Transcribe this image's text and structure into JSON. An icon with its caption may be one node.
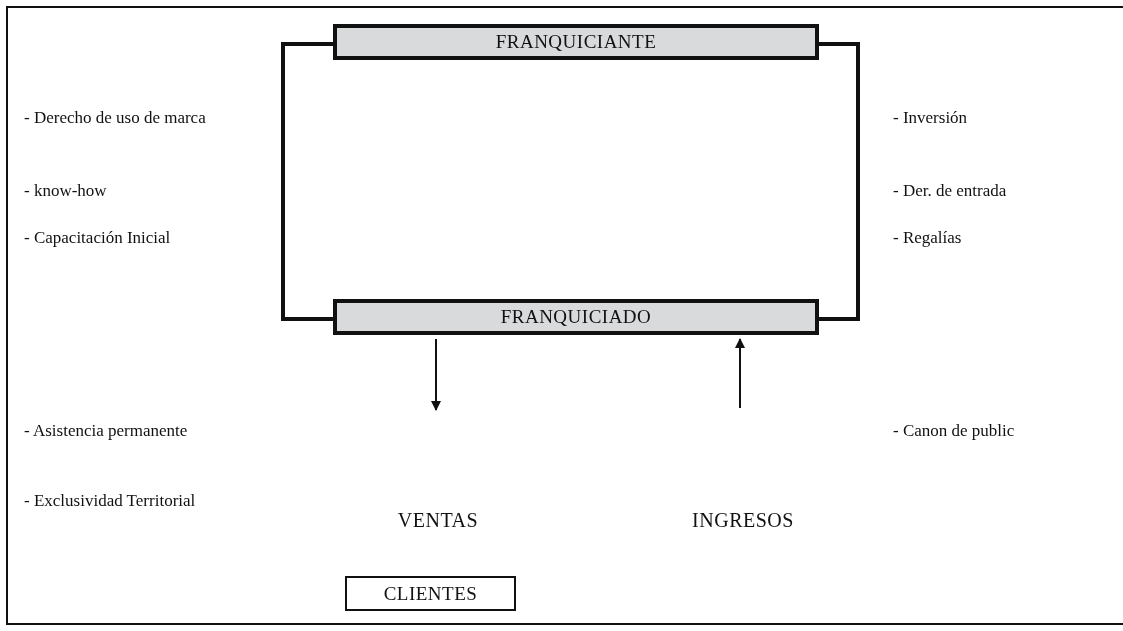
{
  "diagram": {
    "nodes": [
      {
        "text": [
          "FRANQUICIANTE"
        ]
      },
      {
        "text": [
          "FRANQUICIADO"
        ]
      },
      {
        "text": [
          "VENTAS"
        ]
      },
      {
        "text": [
          "INGRESOS"
        ]
      },
      {
        "text": [
          "CLIENTES"
        ]
      }
    ],
    "edges": [
      {
        "from": 0,
        "to": 1,
        "arrow": "none",
        "style": "thick"
      },
      {
        "from": 0,
        "to": 1,
        "arrow": "none",
        "style": "thick"
      },
      {
        "from": 1,
        "to": null,
        "arrow": "to"
      },
      {
        "from": null,
        "to": 1,
        "arrow": "to"
      }
    ],
    "labels": [
      "- Derecho de uso de marca",
      "- Inversión",
      "- know-how",
      "- Der. de entrada",
      "- Capacitación Inicial",
      "- Regalías",
      "- Asistencia permanente",
      "- Canon de public",
      "- Exclusividad Territorial"
    ]
  }
}
